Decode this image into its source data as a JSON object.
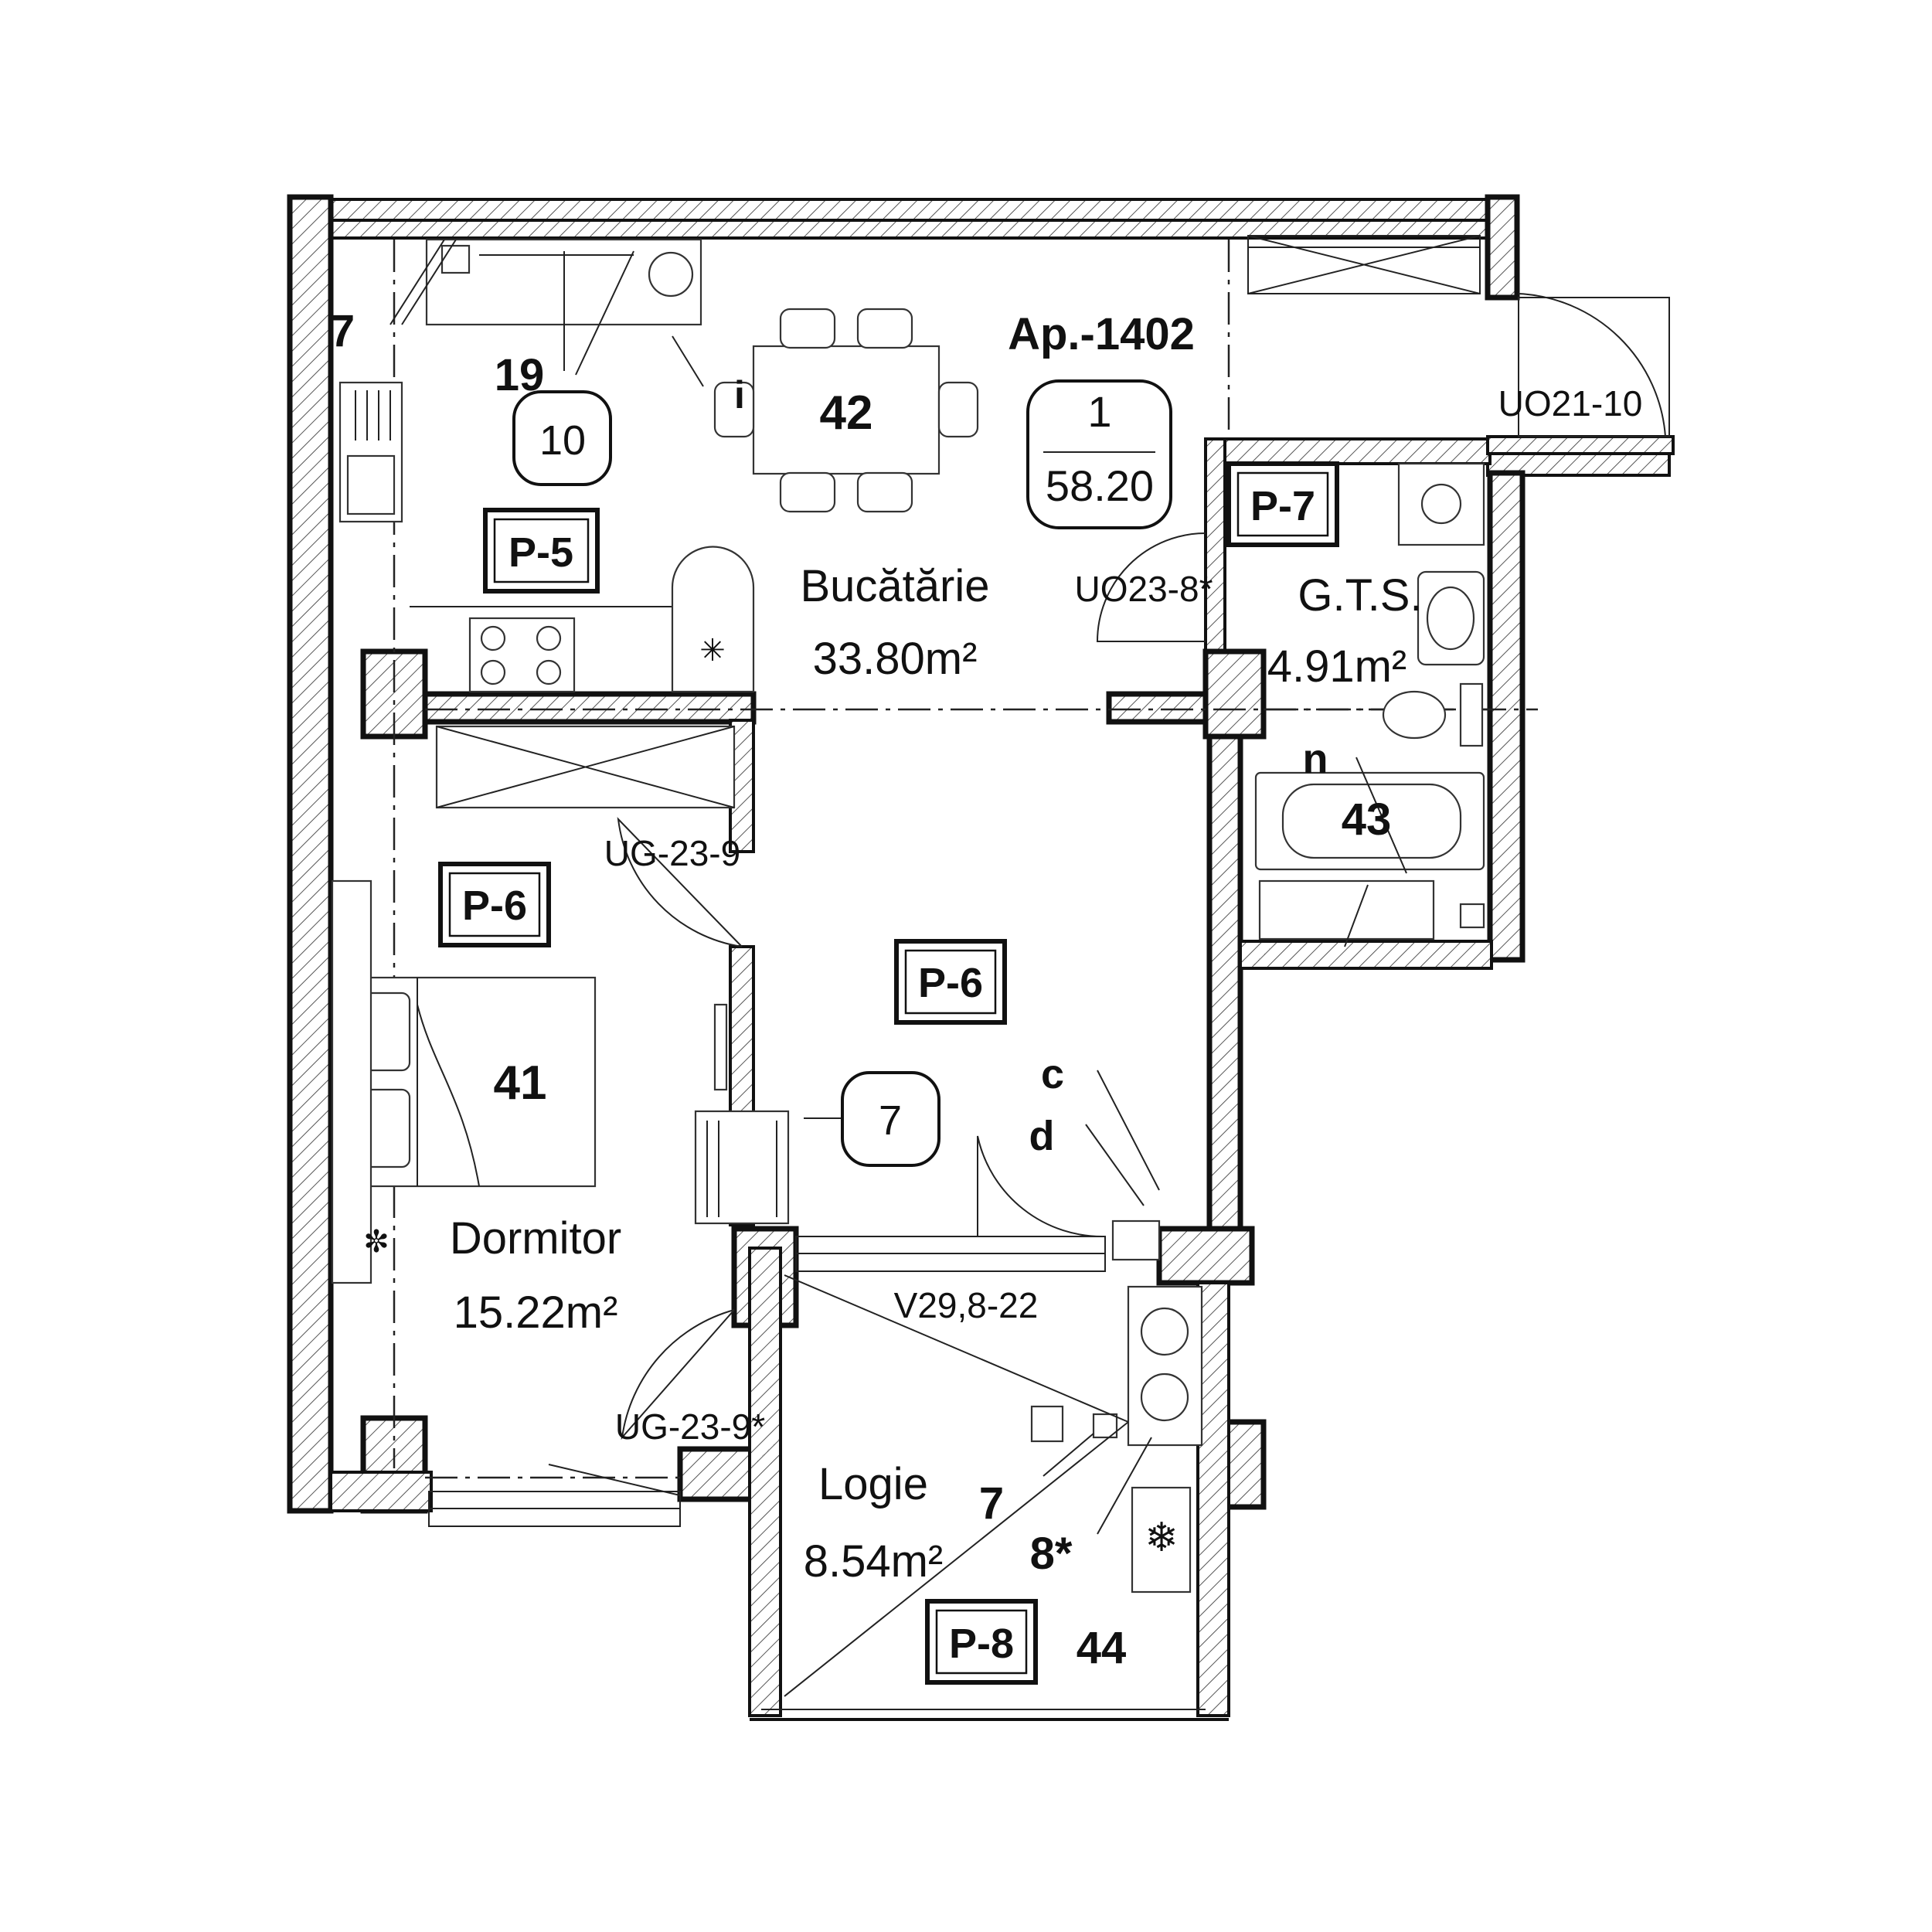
{
  "apartment": {
    "name": "Ap.-1402",
    "rooms_count": "1",
    "area_total": "58.20"
  },
  "rooms": [
    {
      "id": "kitchen",
      "name": "Bucătărie",
      "area": "33.80m²"
    },
    {
      "id": "bathroom",
      "name": "G.T.S.",
      "area": "4.91m²"
    },
    {
      "id": "bedroom",
      "name": "Dormitor",
      "area": "15.22m²"
    },
    {
      "id": "loggia",
      "name": "Logie",
      "area": "8.54m²"
    }
  ],
  "panel_tags": {
    "kitchen": "P-5",
    "bathroom": "P-7",
    "bedroom": "P-6",
    "hall": "P-6",
    "loggia": "P-8"
  },
  "door_tags": {
    "entrance": "UO21-10",
    "bathroom": "UO23-8*",
    "bedroom": "UG-23-9",
    "loggia": "UG-23-9*",
    "window": "V29,8-22"
  },
  "markers": {
    "kitchen_circle": "10",
    "hall_circle": "7",
    "num_19": "19",
    "num_7_top": "7",
    "table": "42",
    "bed": "41",
    "bath": "43",
    "loggia_num": "44",
    "letter_i": "i",
    "letter_c": "c",
    "letter_d": "d",
    "letter_n": "n",
    "num_7_loggia": "7",
    "num_8_loggia": "8*"
  }
}
